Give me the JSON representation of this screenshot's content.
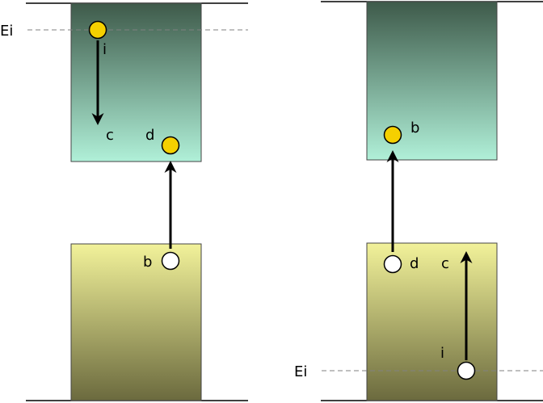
{
  "left_panel": {
    "energy_label": "Ei",
    "initial_label": "i",
    "relaxed_label": "c",
    "promoted_label": "d",
    "hole_label": "b"
  },
  "right_panel": {
    "energy_label": "Ei",
    "initial_label": "i",
    "relaxed_label": "c",
    "hole_label": "d",
    "promoted_label": "b"
  },
  "colors": {
    "conduction_band_top": "#3e5a4a",
    "conduction_band_bottom": "#b0f0d8",
    "valence_band_top": "#f2f29a",
    "valence_band_bottom": "#6b6a3e",
    "electron_fill": "#f5d000",
    "hole_fill": "#ffffff",
    "dashed_line": "#808080"
  }
}
